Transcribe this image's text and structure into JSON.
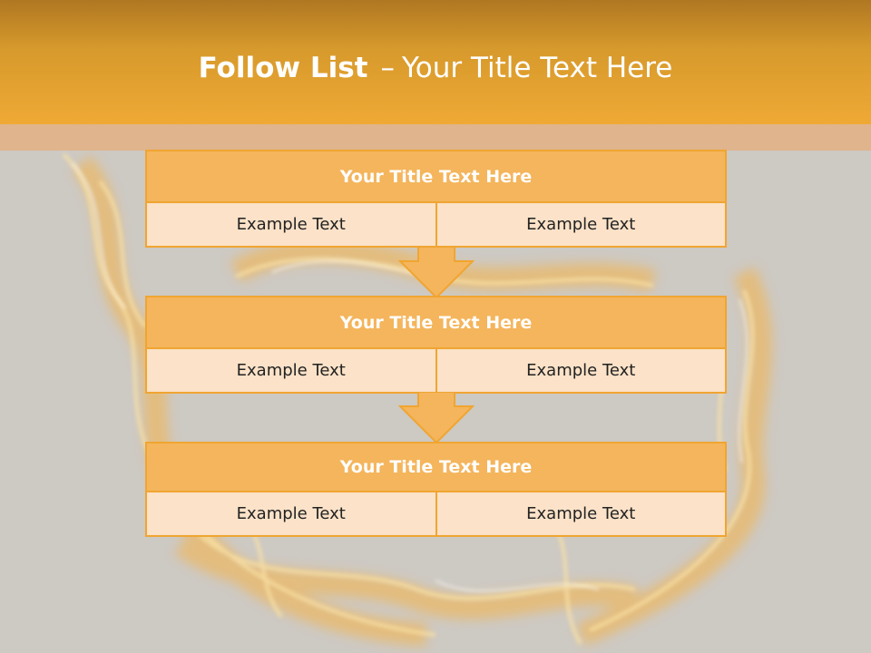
{
  "slide": {
    "title_bold": "Follow List",
    "title_sep": "–",
    "title_rest": "Your Title Text Here"
  },
  "blocks": [
    {
      "title": "Your Title Text Here",
      "cells": [
        "Example Text",
        "Example Text"
      ]
    },
    {
      "title": "Your Title Text Here",
      "cells": [
        "Example Text",
        "Example Text"
      ]
    },
    {
      "title": "Your Title Text Here",
      "cells": [
        "Example Text",
        "Example Text"
      ]
    }
  ],
  "colors": {
    "header_dark": "#b07722",
    "header_light": "#efa935",
    "accent": "#f0a531",
    "block_title_bg": "#f4b55c",
    "cell_bg": "#fbe2c8",
    "background": "#cdc9c3"
  }
}
